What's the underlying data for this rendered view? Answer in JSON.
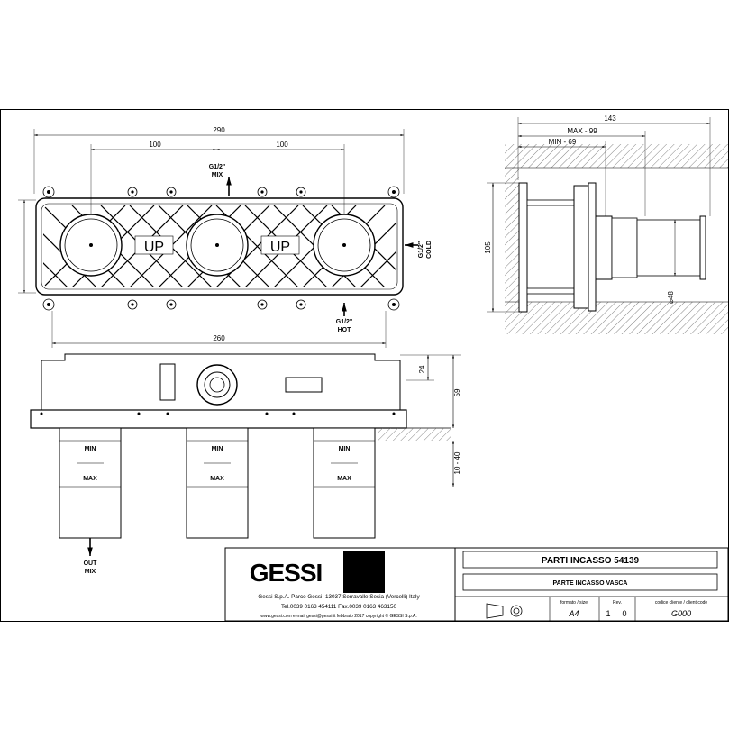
{
  "front_view": {
    "dim_total_width": "290",
    "dim_spacing_left": "100",
    "dim_spacing_right": "100",
    "dim_bottom_width": "260",
    "up_label": "UP",
    "inlet_mix_size": "G1/2\"",
    "inlet_mix_label": "MIX",
    "inlet_cold_size": "G1/2\"",
    "inlet_cold_label": "COLD",
    "inlet_hot_size": "G1/2\"",
    "inlet_hot_label": "HOT"
  },
  "side_view": {
    "dim_total": "143",
    "dim_max": "MAX - 99",
    "dim_min": "MIN - 69",
    "dim_height": "105",
    "dim_diameter": "⌀48"
  },
  "bottom_view": {
    "dim_depth": "24",
    "dim_height": "59",
    "dim_range": "10 - 40",
    "min_label": "MIN",
    "max_label": "MAX",
    "outlet_label_1": "OUT",
    "outlet_label_2": "MIX"
  },
  "title_block": {
    "logo_text": "GESSI",
    "company_line": "Gessi S.p.A. Parco Gessi, 13037 Serravalle Sesia (Vercelli) Italy",
    "contact_line": "Tel.0039 0163 454111  Fax.0039 0163 463150",
    "web_line": "www.gessi.com  e-mail gessi@gessi.it  febbraio 2017  copyright © GESSI S.p.A.",
    "title": "PARTI INCASSO 54139",
    "subtitle": "PARTE INCASSO VASCA",
    "format_label": "formato / size",
    "format_value": "A4",
    "rev_label": "Rev.",
    "rev_value_1": "1",
    "rev_value_2": "0",
    "client_code_label": "codice cliente / client code",
    "client_code_value": "G000"
  }
}
